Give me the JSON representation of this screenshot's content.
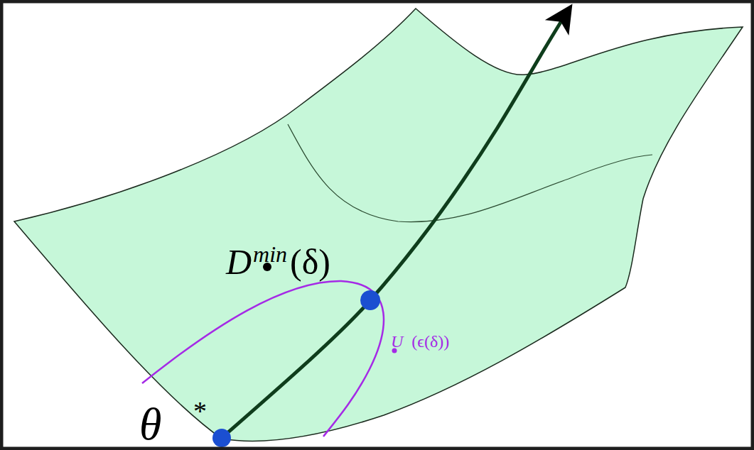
{
  "diagram": {
    "labels": [
      "θ",
      "*",
      "D",
      "min",
      "(δ)",
      "U",
      "(ϵ(δ))"
    ]
  }
}
